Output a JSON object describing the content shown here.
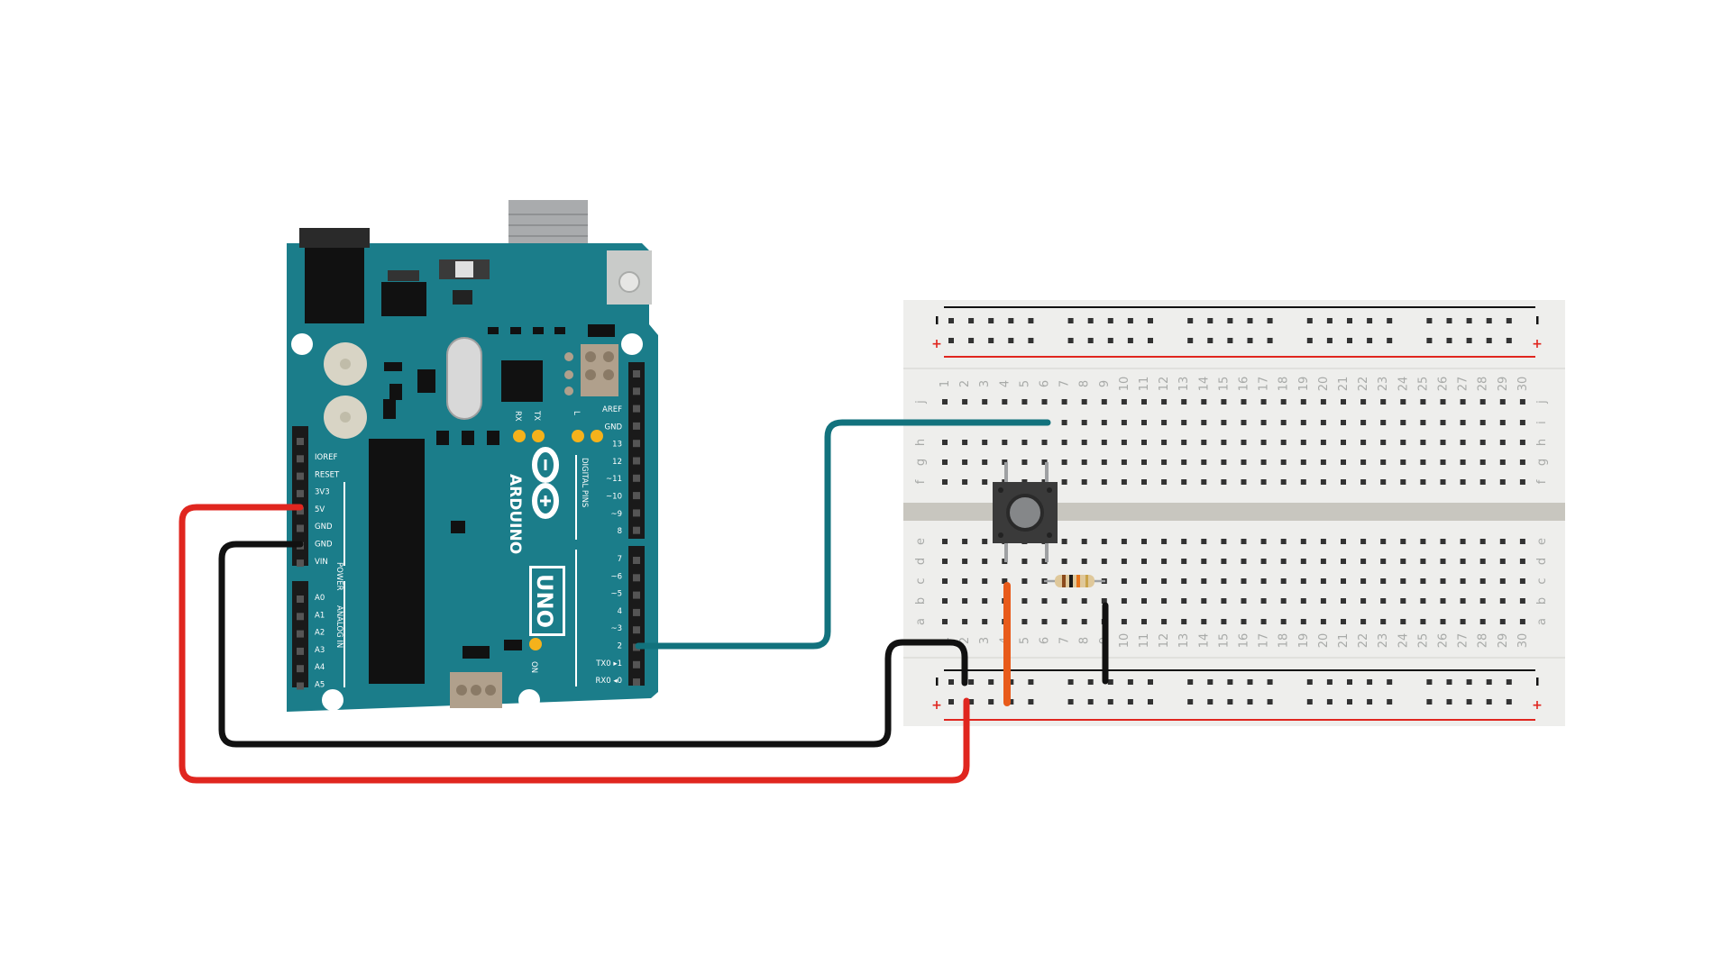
{
  "board": {
    "brand": "ARDUINO",
    "model": "UNO",
    "power_header_labels": [
      "IOREF",
      "RESET",
      "3V3",
      "5V",
      "GND",
      "GND",
      "VIN"
    ],
    "power_group_label": "POWER",
    "analog_labels": [
      "A0",
      "A1",
      "A2",
      "A3",
      "A4",
      "A5"
    ],
    "analog_group_label": "ANALOG IN",
    "digital_group_label": "DIGITAL PINS",
    "upper_digital_labels": [
      "AREF",
      "GND",
      "13",
      "12",
      "~11",
      "~10",
      "~9",
      "8"
    ],
    "lower_digital_labels": [
      "7",
      "~6",
      "~5",
      "4",
      "~3",
      "2",
      "TX0 ▸1",
      "RX0 ◂0"
    ],
    "led_labels": [
      "RX",
      "TX",
      "L"
    ],
    "on_label": "ON",
    "colors": {
      "pcb": "#1b7d8a",
      "header": "#1a1a1a",
      "led": "#f5b21b"
    }
  },
  "breadboard": {
    "columns": [
      "1",
      "2",
      "3",
      "4",
      "5",
      "6",
      "7",
      "8",
      "9",
      "10",
      "11",
      "12",
      "13",
      "14",
      "15",
      "16",
      "17",
      "18",
      "19",
      "20",
      "21",
      "22",
      "23",
      "24",
      "25",
      "26",
      "27",
      "28",
      "29",
      "30"
    ],
    "top_rows": [
      "j",
      "i",
      "h",
      "g",
      "f"
    ],
    "bottom_rows": [
      "e",
      "d",
      "c",
      "b",
      "a"
    ],
    "rail_plus": "+",
    "rail_minus": "-",
    "colors": {
      "body": "#eeeeec",
      "trench": "#c8c6bf",
      "hole": "#333333"
    }
  },
  "components": [
    {
      "type": "pushbutton",
      "icon": "pushbutton-icon"
    },
    {
      "type": "resistor",
      "icon": "resistor-icon",
      "band_colors": [
        "#8b4a1c",
        "#1a1a1a",
        "#e8741b",
        "#c9a34a"
      ]
    }
  ],
  "wires": [
    {
      "name": "5v-wire",
      "color": "#e0261f"
    },
    {
      "name": "gnd-wire",
      "color": "#111111"
    },
    {
      "name": "pin2-wire",
      "color": "#12727d"
    },
    {
      "name": "jumper-orange",
      "color": "#e85b1b"
    },
    {
      "name": "jumper-black",
      "color": "#111111"
    }
  ]
}
